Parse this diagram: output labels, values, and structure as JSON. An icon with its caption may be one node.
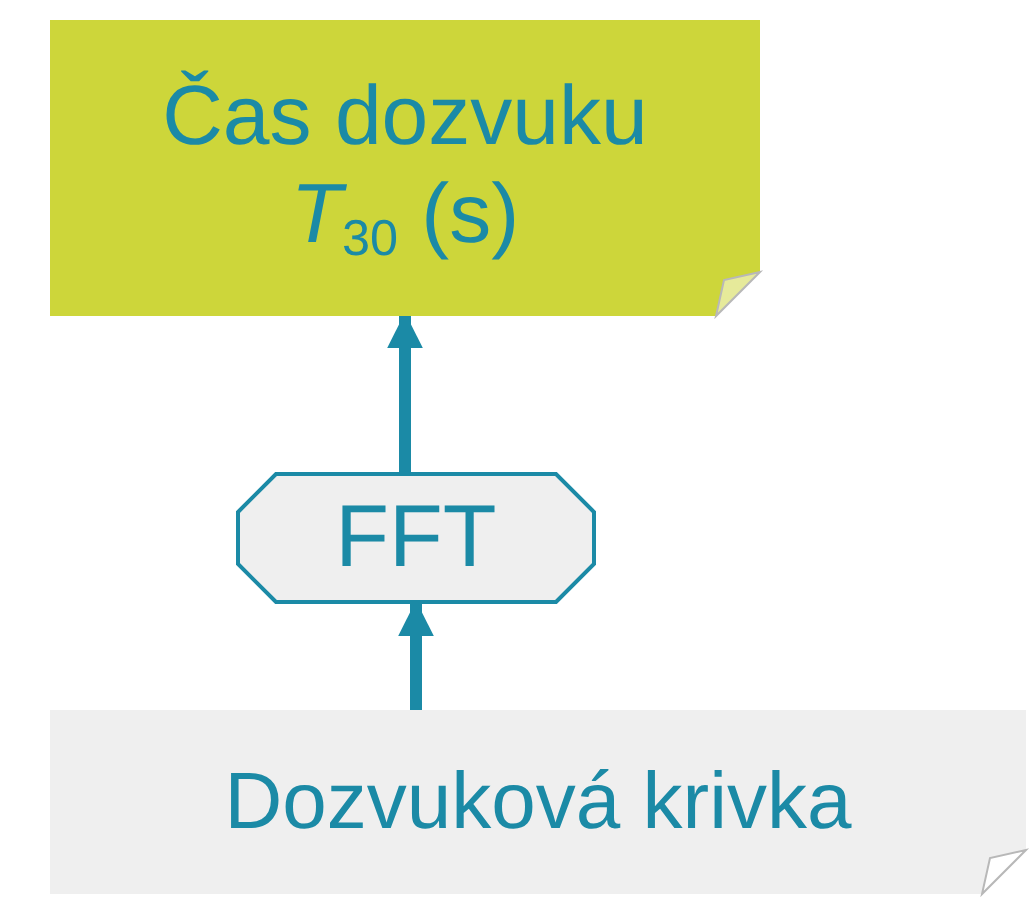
{
  "diagram": {
    "nodes": [
      {
        "text": [
          "Čas dozvuku *T*$_{30}$ (s)"
        ]
      },
      {
        "text": [
          "FFT"
        ]
      },
      {
        "text": [
          "Dozvuková krivka"
        ]
      }
    ],
    "edges": [
      {
        "from": 2,
        "to": 1,
        "arrow": "to"
      },
      {
        "from": 1,
        "to": 0,
        "arrow": "to"
      }
    ]
  }
}
